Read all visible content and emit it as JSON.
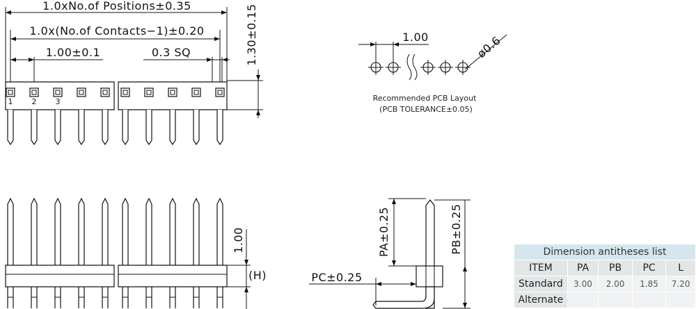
{
  "front_view": {
    "positions_label": "1.0xNo.of Positions±0.35",
    "contacts_label": "1.0x(No.of Contacts−1)±0.20",
    "pitch_label": "1.00±0.1",
    "sq_label": "0.3 SQ",
    "height_label": "1.30±0.15",
    "pin_numbers": [
      "1",
      "2",
      "3"
    ]
  },
  "pcb_layout": {
    "pitch_label": "1.00",
    "hole_label": "ø0.6",
    "title": "Recommended PCB Layout",
    "tolerance": "(PCB TOLERANCE±0.05)"
  },
  "side_view": {
    "dim_label": "1.00",
    "h_label": "(H)"
  },
  "right_angle_view": {
    "pa_label": "PA±0.25",
    "pb_label": "PB±0.25",
    "pc_label": "PC±0.25"
  },
  "dimension_table": {
    "caption": "Dimension antitheses list",
    "headers": [
      "ITEM",
      "PA",
      "PB",
      "PC",
      "L"
    ],
    "rows": [
      {
        "item": "Standard",
        "pa": "3.00",
        "pb": "2.00",
        "pc": "1.85",
        "l": "7.20"
      },
      {
        "item": "Alternate",
        "pa": "",
        "pb": "",
        "pc": "",
        "l": ""
      }
    ]
  }
}
